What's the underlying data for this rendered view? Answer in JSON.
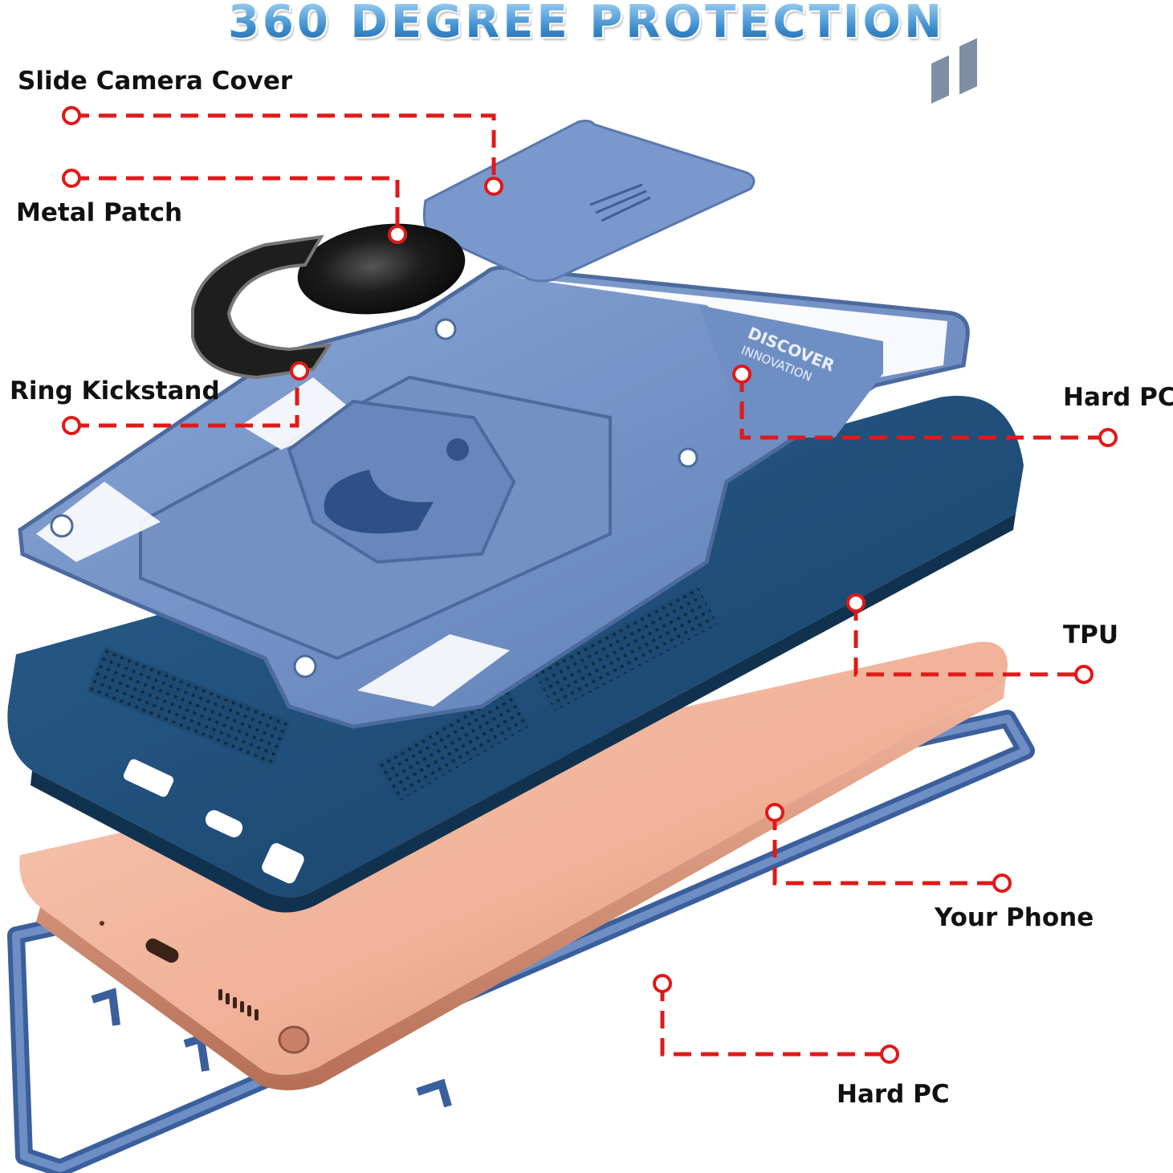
{
  "headline": "360 DEGREE PROTECTION",
  "case_print": {
    "line1": "DISCOVER",
    "line2": "INNOVATION"
  },
  "callouts": {
    "slide_camera_cover": "Slide Camera Cover",
    "metal_patch": "Metal Patch",
    "ring_kickstand": "Ring Kickstand",
    "hard_pc_top": "Hard PC",
    "tpu": "TPU",
    "your_phone": "Your Phone",
    "hard_pc_bottom": "Hard PC"
  },
  "colors": {
    "headline_blue": "#2f7fc4",
    "leader_red": "#e01919",
    "pc_blue": "#6f8fc4",
    "tpu_navy": "#1f4f7a",
    "phone_copper": "#f0b59c",
    "ring_black": "#1a1a1a"
  }
}
